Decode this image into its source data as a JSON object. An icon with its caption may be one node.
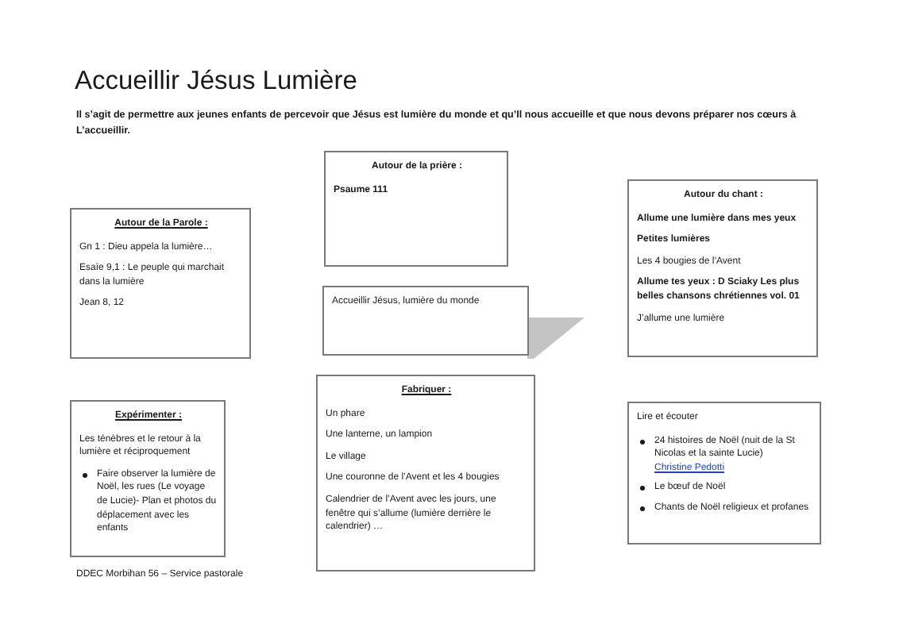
{
  "diagram": {
    "title": "Accueillir Jésus Lumière",
    "nodes": [
      {
        "text": [
          "Autour de la Parole :",
          "Gn 1 : Dieu appela la lumière…",
          "Esaïe 9,1 : Le peuple qui marchait dans la lumière",
          "Jean 8, 12"
        ]
      },
      {
        "text": [
          "Autour de la prière :",
          "Psaume 111"
        ]
      },
      {
        "text": [
          "Autour du chant :",
          "Allume une lumière dans mes yeux",
          "Petites lumières",
          "Les 4 bougies de l’Avent",
          "**Allume tes yeux : D Sciaky** Les plus belles chansons chrétiennes vol. 01",
          "J’allume une lumière"
        ]
      },
      {
        "text": [
          "Accueillir Jésus, lumière du monde"
        ]
      },
      {
        "text": [
          "Expérimenter :",
          "Les ténèbres et le retour à la lumière et réciproquement",
          "Faire observer la lumière de Noël, les rues (Le voyage de Lucie)- Plan et photos du déplacement avec les enfants"
        ]
      },
      {
        "text": [
          "Fabriquer :",
          "Un phare",
          "Une lanterne, un lampion",
          "Le village",
          "Une couronne de l’Avent et les 4 bougies",
          "Calendrier de l’Avent avec les jours, une fenêtre qui s’allume (lumière derrière le calendrier) …"
        ]
      },
      {
        "text": [
          "Lire et écouter",
          "24 histoires de Noël (nuit de la St Nicolas et la sainte Lucie)",
          "Christine Pedotti",
          "Le bœuf de Noël",
          "Chants de Noël religieux et profanes"
        ]
      }
    ],
    "labels": [
      "Il s’agit de permettre aux jeunes enfants de percevoir que Jésus est lumière du monde et qu’Il nous accueille et que nous devons préparer nos cœurs à L’accueillir.",
      "DDEC Morbihan 56 – Service pastorale"
    ]
  }
}
